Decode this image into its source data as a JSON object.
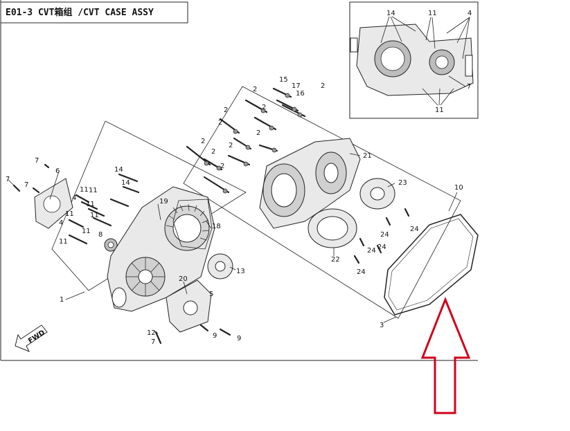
{
  "diagram": {
    "title": "E01-3 CVT箱组 /CVT CASE ASSY",
    "fwd_label": "FWD",
    "inset_callouts": [
      "14",
      "11",
      "4",
      "7",
      "11"
    ],
    "callouts": [
      "7",
      "6",
      "7",
      "7",
      "14",
      "14",
      "11",
      "11",
      "11",
      "11",
      "4",
      "11",
      "4",
      "11",
      "11",
      "8",
      "19",
      "18",
      "13",
      "1",
      "20",
      "5",
      "12",
      "7",
      "9",
      "9",
      "2",
      "2",
      "2",
      "2",
      "2",
      "2",
      "2",
      "2",
      "2",
      "2",
      "15",
      "17",
      "16",
      "21",
      "23",
      "10",
      "24",
      "24",
      "24",
      "24",
      "24",
      "22",
      "3"
    ]
  },
  "annotation": {
    "arrow_color": "#d0021b",
    "arrow_direction": "up"
  }
}
